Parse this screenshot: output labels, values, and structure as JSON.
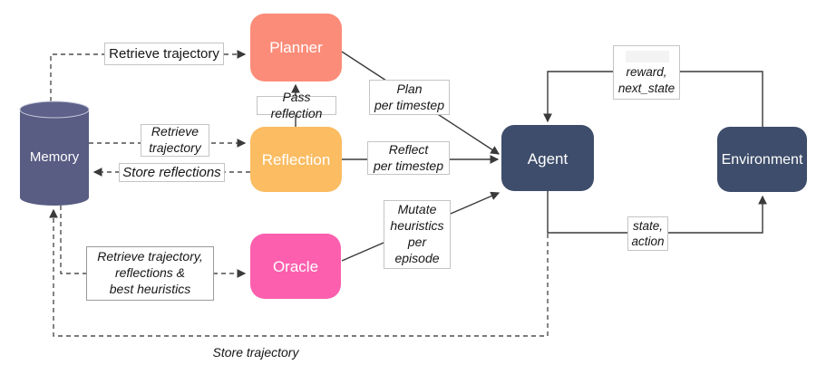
{
  "diagram_title": "Agent memory architecture diagram",
  "colors": {
    "planner": "#FB8C79",
    "reflection": "#FBBC62",
    "oracle": "#FC5FAE",
    "agent": "#3E4D6B",
    "environment": "#3E4D6B",
    "memory_body": "#595C83",
    "memory_lid": "#5E6189",
    "memory_lid_edge": "#C6C8DA",
    "solid_line": "#3A3A3A",
    "dashed_line": "#4F4F4F",
    "label_border": "#C4C4C4"
  },
  "nodes": {
    "memory": {
      "label": "Memory",
      "shape": "cylinder"
    },
    "planner": {
      "label": "Planner",
      "shape": "rounded-rect"
    },
    "reflection": {
      "label": "Reflection",
      "shape": "rounded-rect"
    },
    "oracle": {
      "label": "Oracle",
      "shape": "rounded-rect"
    },
    "agent": {
      "label": "Agent",
      "shape": "rounded-rect"
    },
    "environment": {
      "label": "Environment",
      "shape": "rounded-rect"
    }
  },
  "edge_labels": {
    "retrieve_trajectory_top": {
      "label": "Retrieve trajectory",
      "from": "Memory",
      "to": "Planner",
      "style": "dashed"
    },
    "pass_reflection": {
      "label": "Pass reflection",
      "from": "Reflection",
      "to": "Planner",
      "style": "solid"
    },
    "retrieve_trajectory_mid": {
      "label": "Retrieve\ntrajectory",
      "from": "Memory",
      "to": "Reflection",
      "style": "dashed"
    },
    "store_reflections": {
      "label": "Store reflections",
      "from": "Reflection",
      "to": "Memory",
      "style": "dashed"
    },
    "retrieve_bundle": {
      "label": "Retrieve trajectory,\nreflections &\nbest heuristics",
      "from": "Memory",
      "to": "Oracle",
      "style": "dashed"
    },
    "plan_per_timestep": {
      "label": "Plan\nper timestep",
      "from": "Planner",
      "to": "Agent",
      "style": "solid"
    },
    "reflect_per_timestep": {
      "label": "Reflect\nper timestep",
      "from": "Reflection",
      "to": "Agent",
      "style": "solid"
    },
    "mutate_heuristics": {
      "label": "Mutate\nheuristics\nper\nepisode",
      "from": "Oracle",
      "to": "Agent",
      "style": "solid"
    },
    "reward_next_state": {
      "label": "reward,\nnext_state",
      "from": "Environment",
      "to": "Agent",
      "style": "solid"
    },
    "state_action": {
      "label": "state,\naction",
      "from": "Agent",
      "to": "Environment",
      "style": "solid"
    },
    "store_trajectory": {
      "label": "Store trajectory",
      "from": "Agent",
      "to": "Memory",
      "style": "dashed"
    }
  }
}
